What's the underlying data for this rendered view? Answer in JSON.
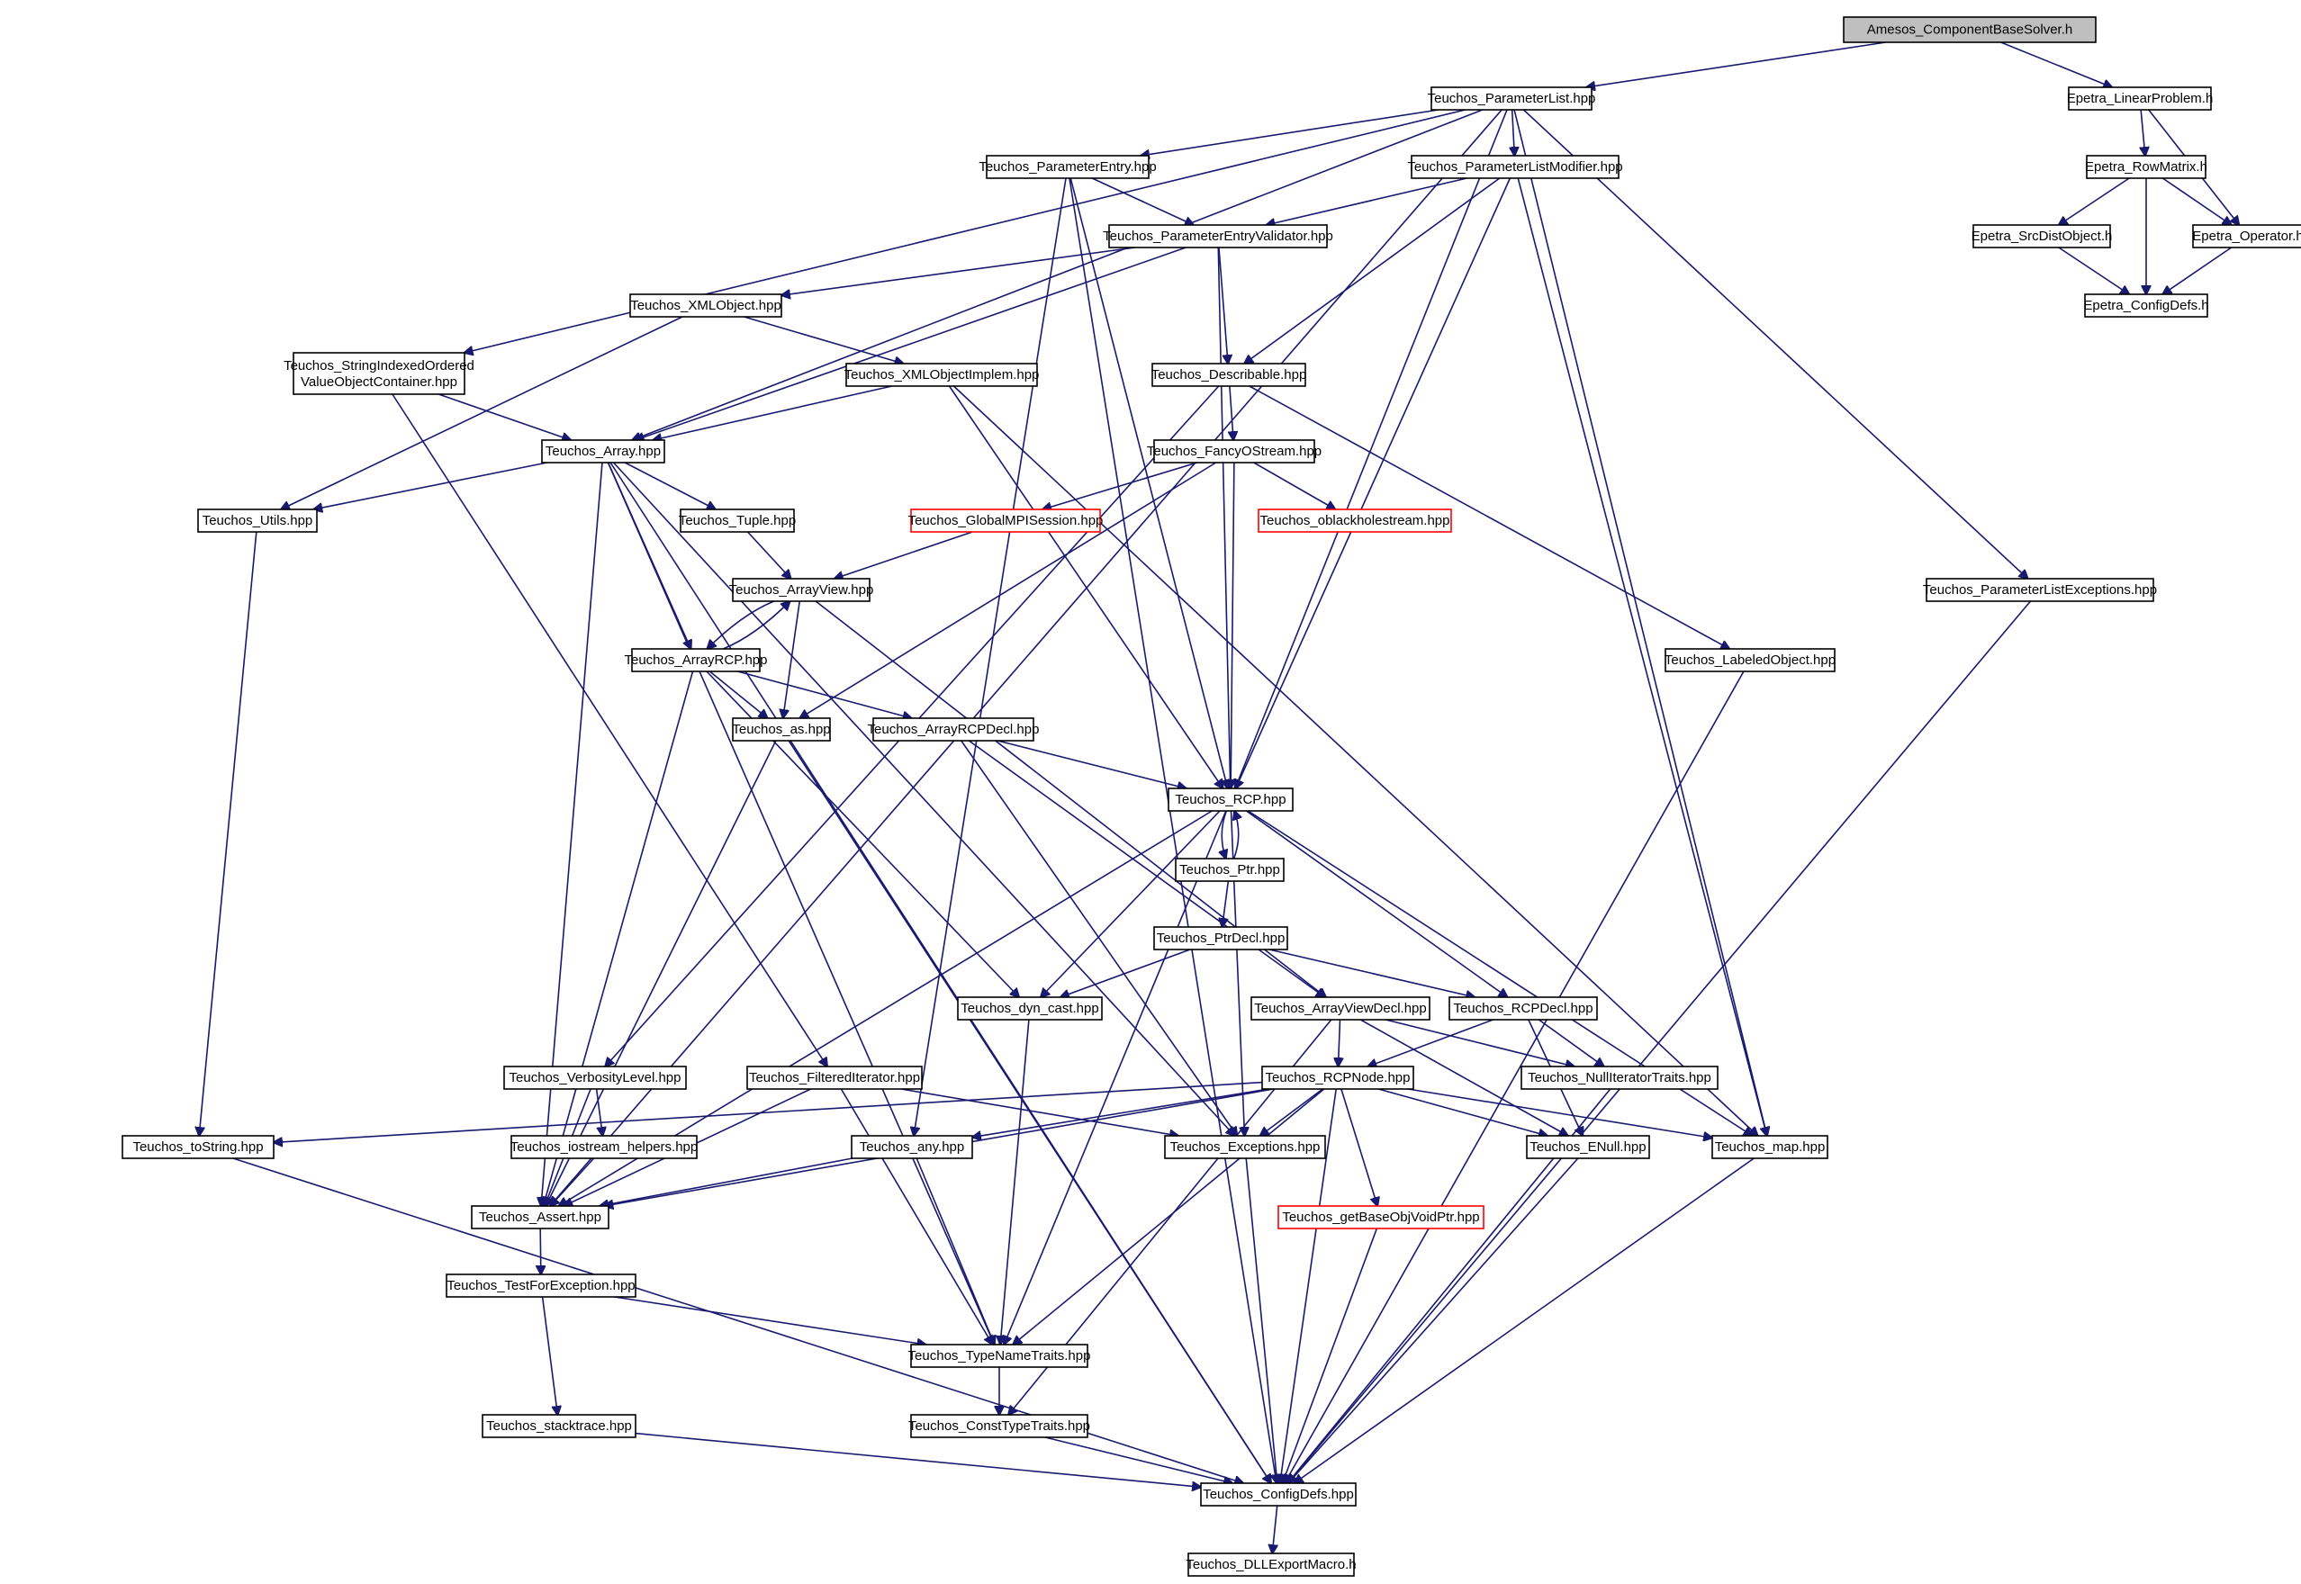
{
  "diagram": {
    "colors": {
      "edge": "#191970",
      "root_fill": "#bfbfbf",
      "box_border": "#000000",
      "incomplete_border": "#ff0000"
    },
    "nodes": [
      {
        "id": "amesos_cbs",
        "label": "Amesos_ComponentBaseSolver.h",
        "root": true
      },
      {
        "id": "parameterlist",
        "label": "Teuchos_ParameterList.hpp"
      },
      {
        "id": "linearproblem",
        "label": "Epetra_LinearProblem.h"
      },
      {
        "id": "parameterentry",
        "label": "Teuchos_ParameterEntry.hpp"
      },
      {
        "id": "parameterlistmodifier",
        "label": "Teuchos_ParameterListModifier.hpp"
      },
      {
        "id": "rowmatrix",
        "label": "Epetra_RowMatrix.h"
      },
      {
        "id": "parameterentryvalidator",
        "label": "Teuchos_ParameterEntryValidator.hpp"
      },
      {
        "id": "srcdistobject",
        "label": "Epetra_SrcDistObject.h"
      },
      {
        "id": "epetra_operator",
        "label": "Epetra_Operator.h"
      },
      {
        "id": "xmlobject",
        "label": "Teuchos_XMLObject.hpp"
      },
      {
        "id": "epetra_configdefs",
        "label": "Epetra_ConfigDefs.h"
      },
      {
        "id": "stringindexed",
        "label": "Teuchos_StringIndexedOrdered\nValueObjectContainer.hpp"
      },
      {
        "id": "xmlobjectimplem",
        "label": "Teuchos_XMLObjectImplem.hpp"
      },
      {
        "id": "describable",
        "label": "Teuchos_Describable.hpp"
      },
      {
        "id": "array",
        "label": "Teuchos_Array.hpp"
      },
      {
        "id": "fancyostream",
        "label": "Teuchos_FancyOStream.hpp"
      },
      {
        "id": "utils",
        "label": "Teuchos_Utils.hpp"
      },
      {
        "id": "tuple",
        "label": "Teuchos_Tuple.hpp"
      },
      {
        "id": "globalmpisession",
        "label": "Teuchos_GlobalMPISession.hpp",
        "incomplete": true
      },
      {
        "id": "oblackholestream",
        "label": "Teuchos_oblackholestream.hpp",
        "incomplete": true
      },
      {
        "id": "arrayview",
        "label": "Teuchos_ArrayView.hpp"
      },
      {
        "id": "parameterlistexceptions",
        "label": "Teuchos_ParameterListExceptions.hpp"
      },
      {
        "id": "arrayrcp",
        "label": "Teuchos_ArrayRCP.hpp"
      },
      {
        "id": "labeledobject",
        "label": "Teuchos_LabeledObject.hpp"
      },
      {
        "id": "as",
        "label": "Teuchos_as.hpp"
      },
      {
        "id": "arrayrcpdecl",
        "label": "Teuchos_ArrayRCPDecl.hpp"
      },
      {
        "id": "rcp",
        "label": "Teuchos_RCP.hpp"
      },
      {
        "id": "ptr",
        "label": "Teuchos_Ptr.hpp"
      },
      {
        "id": "ptrdecl",
        "label": "Teuchos_PtrDecl.hpp"
      },
      {
        "id": "dyn_cast",
        "label": "Teuchos_dyn_cast.hpp"
      },
      {
        "id": "arrayviewdecl",
        "label": "Teuchos_ArrayViewDecl.hpp"
      },
      {
        "id": "rcpdecl",
        "label": "Teuchos_RCPDecl.hpp"
      },
      {
        "id": "verbositylevel",
        "label": "Teuchos_VerbosityLevel.hpp"
      },
      {
        "id": "filterediterator",
        "label": "Teuchos_FilteredIterator.hpp"
      },
      {
        "id": "rcpnode",
        "label": "Teuchos_RCPNode.hpp"
      },
      {
        "id": "nulliteratortraits",
        "label": "Teuchos_NullIteratorTraits.hpp"
      },
      {
        "id": "tostring",
        "label": "Teuchos_toString.hpp"
      },
      {
        "id": "iostream_helpers",
        "label": "Teuchos_iostream_helpers.hpp"
      },
      {
        "id": "any",
        "label": "Teuchos_any.hpp"
      },
      {
        "id": "exceptions",
        "label": "Teuchos_Exceptions.hpp"
      },
      {
        "id": "enull",
        "label": "Teuchos_ENull.hpp"
      },
      {
        "id": "map",
        "label": "Teuchos_map.hpp"
      },
      {
        "id": "assert",
        "label": "Teuchos_Assert.hpp"
      },
      {
        "id": "getbaseobjvoidptr",
        "label": "Teuchos_getBaseObjVoidPtr.hpp",
        "incomplete": true
      },
      {
        "id": "testforexception",
        "label": "Teuchos_TestForException.hpp"
      },
      {
        "id": "typenametraits",
        "label": "Teuchos_TypeNameTraits.hpp"
      },
      {
        "id": "stacktrace",
        "label": "Teuchos_stacktrace.hpp"
      },
      {
        "id": "consttypetraits",
        "label": "Teuchos_ConstTypeTraits.hpp"
      },
      {
        "id": "configdefs",
        "label": "Teuchos_ConfigDefs.hpp"
      },
      {
        "id": "dllexportmacro",
        "label": "Teuchos_DLLExportMacro.h"
      }
    ],
    "edges": [
      [
        "amesos_cbs",
        "parameterlist"
      ],
      [
        "amesos_cbs",
        "linearproblem"
      ],
      [
        "parameterlist",
        "parameterentry"
      ],
      [
        "parameterlist",
        "parameterlistmodifier"
      ],
      [
        "parameterlist",
        "stringindexed"
      ],
      [
        "parameterlist",
        "array"
      ],
      [
        "parameterlist",
        "assert"
      ],
      [
        "parameterlist",
        "rcp"
      ],
      [
        "parameterlist",
        "map"
      ],
      [
        "parameterlist",
        "parameterlistexceptions"
      ],
      [
        "linearproblem",
        "rowmatrix"
      ],
      [
        "linearproblem",
        "epetra_operator"
      ],
      [
        "rowmatrix",
        "srcdistobject"
      ],
      [
        "rowmatrix",
        "epetra_operator"
      ],
      [
        "rowmatrix",
        "epetra_configdefs"
      ],
      [
        "srcdistobject",
        "epetra_configdefs"
      ],
      [
        "epetra_operator",
        "epetra_configdefs"
      ],
      [
        "parameterentry",
        "parameterentryvalidator"
      ],
      [
        "parameterentry",
        "rcp"
      ],
      [
        "parameterentry",
        "any"
      ],
      [
        "parameterentry",
        "configdefs"
      ],
      [
        "parameterlistmodifier",
        "parameterentryvalidator"
      ],
      [
        "parameterlistmodifier",
        "describable"
      ],
      [
        "parameterlistmodifier",
        "rcp"
      ],
      [
        "parameterlistmodifier",
        "map"
      ],
      [
        "parameterentryvalidator",
        "xmlobject"
      ],
      [
        "parameterentryvalidator",
        "describable"
      ],
      [
        "parameterentryvalidator",
        "array"
      ],
      [
        "parameterentryvalidator",
        "rcp"
      ],
      [
        "xmlobject",
        "xmlobjectimplem"
      ],
      [
        "xmlobject",
        "utils"
      ],
      [
        "stringindexed",
        "array"
      ],
      [
        "stringindexed",
        "filterediterator"
      ],
      [
        "xmlobjectimplem",
        "array"
      ],
      [
        "xmlobjectimplem",
        "rcp"
      ],
      [
        "xmlobjectimplem",
        "map"
      ],
      [
        "describable",
        "fancyostream"
      ],
      [
        "describable",
        "labeledobject"
      ],
      [
        "describable",
        "verbositylevel"
      ],
      [
        "array",
        "utils"
      ],
      [
        "array",
        "tuple"
      ],
      [
        "array",
        "arrayrcp"
      ],
      [
        "array",
        "assert"
      ],
      [
        "array",
        "typenametraits"
      ],
      [
        "array",
        "exceptions"
      ],
      [
        "array",
        "configdefs"
      ],
      [
        "fancyostream",
        "globalmpisession"
      ],
      [
        "fancyostream",
        "oblackholestream"
      ],
      [
        "fancyostream",
        "rcp"
      ],
      [
        "fancyostream",
        "as"
      ],
      [
        "utils",
        "tostring"
      ],
      [
        "tuple",
        "arrayview"
      ],
      [
        "globalmpisession",
        "arrayview"
      ],
      [
        "arrayview",
        "arrayrcp"
      ],
      [
        "arrayview",
        "as"
      ],
      [
        "arrayview",
        "arrayviewdecl"
      ],
      [
        "arrayrcp",
        "arrayview"
      ],
      [
        "arrayrcp",
        "as"
      ],
      [
        "arrayrcp",
        "arrayrcpdecl"
      ],
      [
        "arrayrcp",
        "dyn_cast"
      ],
      [
        "arrayrcp",
        "assert"
      ],
      [
        "labeledobject",
        "configdefs"
      ],
      [
        "parameterlistexceptions",
        "configdefs"
      ],
      [
        "as",
        "assert"
      ],
      [
        "as",
        "configdefs"
      ],
      [
        "arrayrcpdecl",
        "rcp"
      ],
      [
        "arrayrcpdecl",
        "arrayviewdecl"
      ],
      [
        "arrayrcpdecl",
        "exceptions"
      ],
      [
        "rcp",
        "ptr"
      ],
      [
        "rcp",
        "dyn_cast"
      ],
      [
        "rcp",
        "rcpdecl"
      ],
      [
        "rcp",
        "exceptions"
      ],
      [
        "rcp",
        "map"
      ],
      [
        "rcp",
        "assert"
      ],
      [
        "rcp",
        "typenametraits"
      ],
      [
        "ptr",
        "rcp"
      ],
      [
        "ptr",
        "ptrdecl"
      ],
      [
        "ptrdecl",
        "dyn_cast"
      ],
      [
        "ptrdecl",
        "rcpdecl"
      ],
      [
        "dyn_cast",
        "typenametraits"
      ],
      [
        "arrayviewdecl",
        "rcpnode"
      ],
      [
        "arrayviewdecl",
        "nulliteratortraits"
      ],
      [
        "arrayviewdecl",
        "enull"
      ],
      [
        "arrayviewdecl",
        "consttypetraits"
      ],
      [
        "rcpdecl",
        "rcpnode"
      ],
      [
        "rcpdecl",
        "nulliteratortraits"
      ],
      [
        "rcpdecl",
        "enull"
      ],
      [
        "verbositylevel",
        "iostream_helpers"
      ],
      [
        "verbositylevel",
        "assert"
      ],
      [
        "filterediterator",
        "exceptions"
      ],
      [
        "filterediterator",
        "assert"
      ],
      [
        "filterediterator",
        "typenametraits"
      ],
      [
        "rcpnode",
        "tostring"
      ],
      [
        "rcpnode",
        "any"
      ],
      [
        "rcpnode",
        "exceptions"
      ],
      [
        "rcpnode",
        "enull"
      ],
      [
        "rcpnode",
        "map"
      ],
      [
        "rcpnode",
        "getbaseobjvoidptr"
      ],
      [
        "rcpnode",
        "assert"
      ],
      [
        "rcpnode",
        "typenametraits"
      ],
      [
        "rcpnode",
        "configdefs"
      ],
      [
        "nulliteratortraits",
        "configdefs"
      ],
      [
        "iostream_helpers",
        "assert"
      ],
      [
        "any",
        "assert"
      ],
      [
        "any",
        "typenametraits"
      ],
      [
        "tostring",
        "configdefs"
      ],
      [
        "exceptions",
        "configdefs"
      ],
      [
        "enull",
        "configdefs"
      ],
      [
        "map",
        "configdefs"
      ],
      [
        "getbaseobjvoidptr",
        "configdefs"
      ],
      [
        "assert",
        "testforexception"
      ],
      [
        "testforexception",
        "typenametraits"
      ],
      [
        "testforexception",
        "stacktrace"
      ],
      [
        "typenametraits",
        "consttypetraits"
      ],
      [
        "stacktrace",
        "configdefs"
      ],
      [
        "consttypetraits",
        "configdefs"
      ],
      [
        "configdefs",
        "dllexportmacro"
      ]
    ]
  }
}
